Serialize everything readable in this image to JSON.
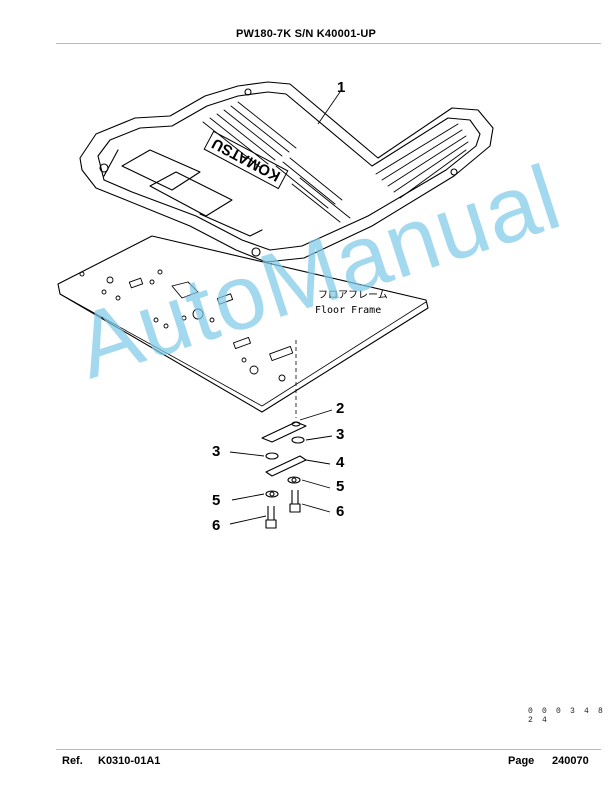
{
  "header": {
    "title": "PW180-7K S/N K40001-UP"
  },
  "illustration": {
    "logo_plate_text": "KOMATSU",
    "label_japanese": "フロアフレーム",
    "label_english": "Floor Frame",
    "callouts": [
      "1",
      "2",
      "3",
      "3",
      "4",
      "5",
      "5",
      "6",
      "6"
    ],
    "drawing_number": "0 0 0 3 4 8 2 4"
  },
  "watermark": {
    "text": "AutoManual",
    "color": "#7fcbe8"
  },
  "footer": {
    "ref_label": "Ref.",
    "ref_code": "K0310-01A1",
    "page_label": "Page",
    "page_number": "240070"
  }
}
